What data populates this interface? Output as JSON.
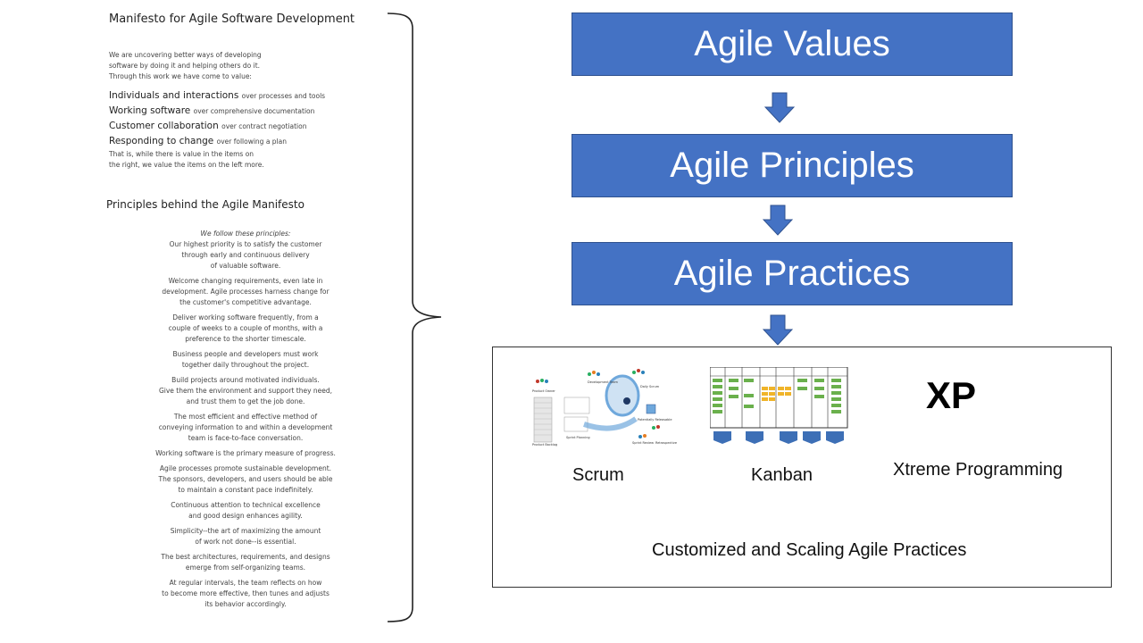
{
  "manifesto": {
    "title": "Manifesto for Agile Software Development",
    "intro_lines": [
      "We are uncovering better ways of developing",
      "software by doing it and helping others do it.",
      "Through this work we have come to value:"
    ],
    "values": [
      {
        "main": "Individuals and interactions",
        "sub": "over processes and tools"
      },
      {
        "main": "Working software",
        "sub": "over comprehensive documentation"
      },
      {
        "main": "Customer collaboration",
        "sub": "over contract negotiation"
      },
      {
        "main": "Responding to change",
        "sub": "over following a plan"
      }
    ],
    "closing_lines": [
      "That is, while there is value in the items on",
      "the right, we value the items on the left more."
    ]
  },
  "principles": {
    "title": "Principles behind the Agile Manifesto",
    "intro": "We follow these principles:",
    "items": [
      "Our highest priority is to satisfy the customer\nthrough early and continuous delivery\nof valuable software.",
      "Welcome changing requirements, even late in\ndevelopment. Agile processes harness change for\nthe customer's competitive advantage.",
      "Deliver working software frequently, from a\ncouple of weeks to a couple of months, with a\npreference to the shorter timescale.",
      "Business people and developers must work\ntogether daily throughout the project.",
      "Build projects around motivated individuals.\nGive them the environment and support they need,\nand trust them to get the job done.",
      "The most efficient and effective method of\nconveying information to and within a development\nteam is face-to-face conversation.",
      "Working software is the primary measure of progress.",
      "Agile processes promote sustainable development.\nThe sponsors, developers, and users should be able\nto maintain a constant pace indefinitely.",
      "Continuous attention to technical excellence\nand good design enhances agility.",
      "Simplicity--the art of maximizing the amount\nof work not done--is essential.",
      "The best architectures, requirements, and designs\nemerge from self-organizing teams.",
      "At regular intervals, the team reflects on how\nto become more effective, then tunes and adjusts\nits behavior accordingly."
    ]
  },
  "flow": {
    "values_label": "Agile Values",
    "principles_label": "Agile Principles",
    "practices_label": "Agile Practices"
  },
  "practices": {
    "scrum_label": "Scrum",
    "kanban_label": "Kanban",
    "xp_logo": "XP",
    "xp_label": "Xtreme Programming",
    "footer_label": "Customized and Scaling Agile Practices"
  },
  "colors": {
    "box_fill": "#4472c4",
    "box_border": "#2f528f",
    "arrow_fill": "#4472c4"
  }
}
